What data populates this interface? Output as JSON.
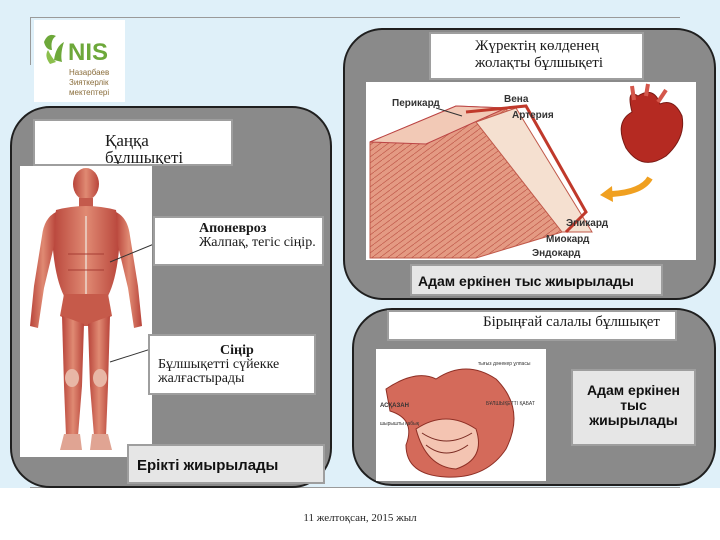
{
  "logo": {
    "brand": "NIS",
    "line1": "Назарбаев",
    "line2": "Зияткерлік",
    "line3": "мектептері"
  },
  "skeletal": {
    "title": "Қаңқа бұлшықеті",
    "aponeurosis_title": "Апоневроз",
    "aponeurosis_text": "Жалпақ, тегіс сіңір.",
    "tendon_title": "Сіңір",
    "tendon_text": "Бұлшықетті сүйекке жалғастырады",
    "footer_label": "Ерікті жиырылады"
  },
  "cardiac": {
    "title": "Жүректің көлденең жолақты бұлшықеті",
    "labels": {
      "pericard": "Перикард",
      "vein": "Вена",
      "artery": "Артерия",
      "epicard": "Эпикард",
      "myocard": "Миокард",
      "endocard": "Эндокард"
    },
    "footer_label": "Адам еркінен тыс жиырылады"
  },
  "smooth": {
    "title": "Бірыңғай салалы бұлшықет",
    "side_label": "Адам еркінен тыс жиырылады",
    "labels": {
      "l1": "тығыз дәнекер ұлпасы",
      "l2": "АСҚАЗАН",
      "l3": "БҰЛШЫҚЕТТІ ҚАБАТ",
      "l4": "шырышты қабық"
    }
  },
  "footer": {
    "date": "11 желтоқсан, 2015 жыл"
  },
  "colors": {
    "panel": "#8a8a8a",
    "muscle": "#c9554a",
    "muscle_light": "#e49a83",
    "background": "#dff0f9"
  }
}
